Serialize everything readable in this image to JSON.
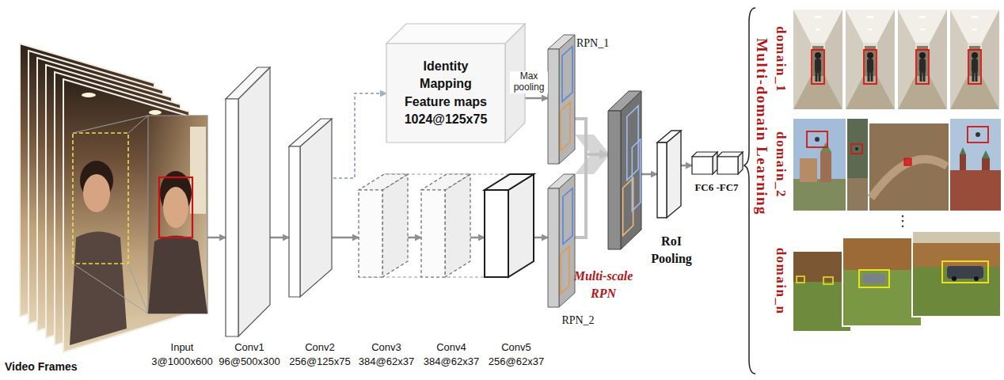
{
  "diagram": {
    "nodes": [
      {
        "text": [
          "Input",
          "3@1000x600"
        ]
      },
      {
        "text": [
          "Conv1",
          "96@500x300"
        ]
      },
      {
        "text": [
          "Conv2",
          "256@125x75"
        ]
      },
      {
        "text": [
          "Identity Mapping Feature maps 1024@125x75"
        ]
      },
      {
        "text": [
          "Conv3",
          "384@62x37"
        ]
      },
      {
        "text": [
          "Conv4",
          "384@62x37"
        ]
      },
      {
        "text": [
          "Conv5",
          "256@62x37"
        ]
      },
      {
        "text": [
          "RPN_1"
        ]
      },
      {
        "text": [
          "RPN_2"
        ]
      },
      {
        "text": [
          "Multi-scale RPN"
        ]
      },
      {
        "text": [
          "RoI Pooling"
        ]
      },
      {
        "text": [
          "FC6 -FC7"
        ]
      },
      {
        "text": [
          "domain_1"
        ]
      },
      {
        "text": [
          "domain_2"
        ]
      },
      {
        "text": [
          "domain_n"
        ]
      }
    ],
    "edges": [
      {
        "from": 0,
        "to": 1,
        "arrow": "to"
      },
      {
        "from": 1,
        "to": 2,
        "arrow": "to"
      },
      {
        "from": 2,
        "to": 4,
        "arrow": "to"
      },
      {
        "from": 4,
        "to": 5,
        "arrow": "to"
      },
      {
        "from": 5,
        "to": 6,
        "arrow": "to"
      },
      {
        "from": 2,
        "to": 3,
        "arrow": "to"
      },
      {
        "from": 3,
        "to": 7,
        "label": "Max pooling",
        "arrow": "to"
      },
      {
        "from": 6,
        "to": 8,
        "arrow": "to"
      },
      {
        "from": 7,
        "to": 9,
        "arrow": "to"
      },
      {
        "from": 8,
        "to": 9,
        "arrow": "to"
      },
      {
        "from": 9,
        "to": 10,
        "arrow": "to"
      },
      {
        "from": 10,
        "to": 11,
        "arrow": "to"
      }
    ],
    "labels": [
      "Video Frames",
      "Multi-domain Learning",
      "⋮"
    ]
  }
}
